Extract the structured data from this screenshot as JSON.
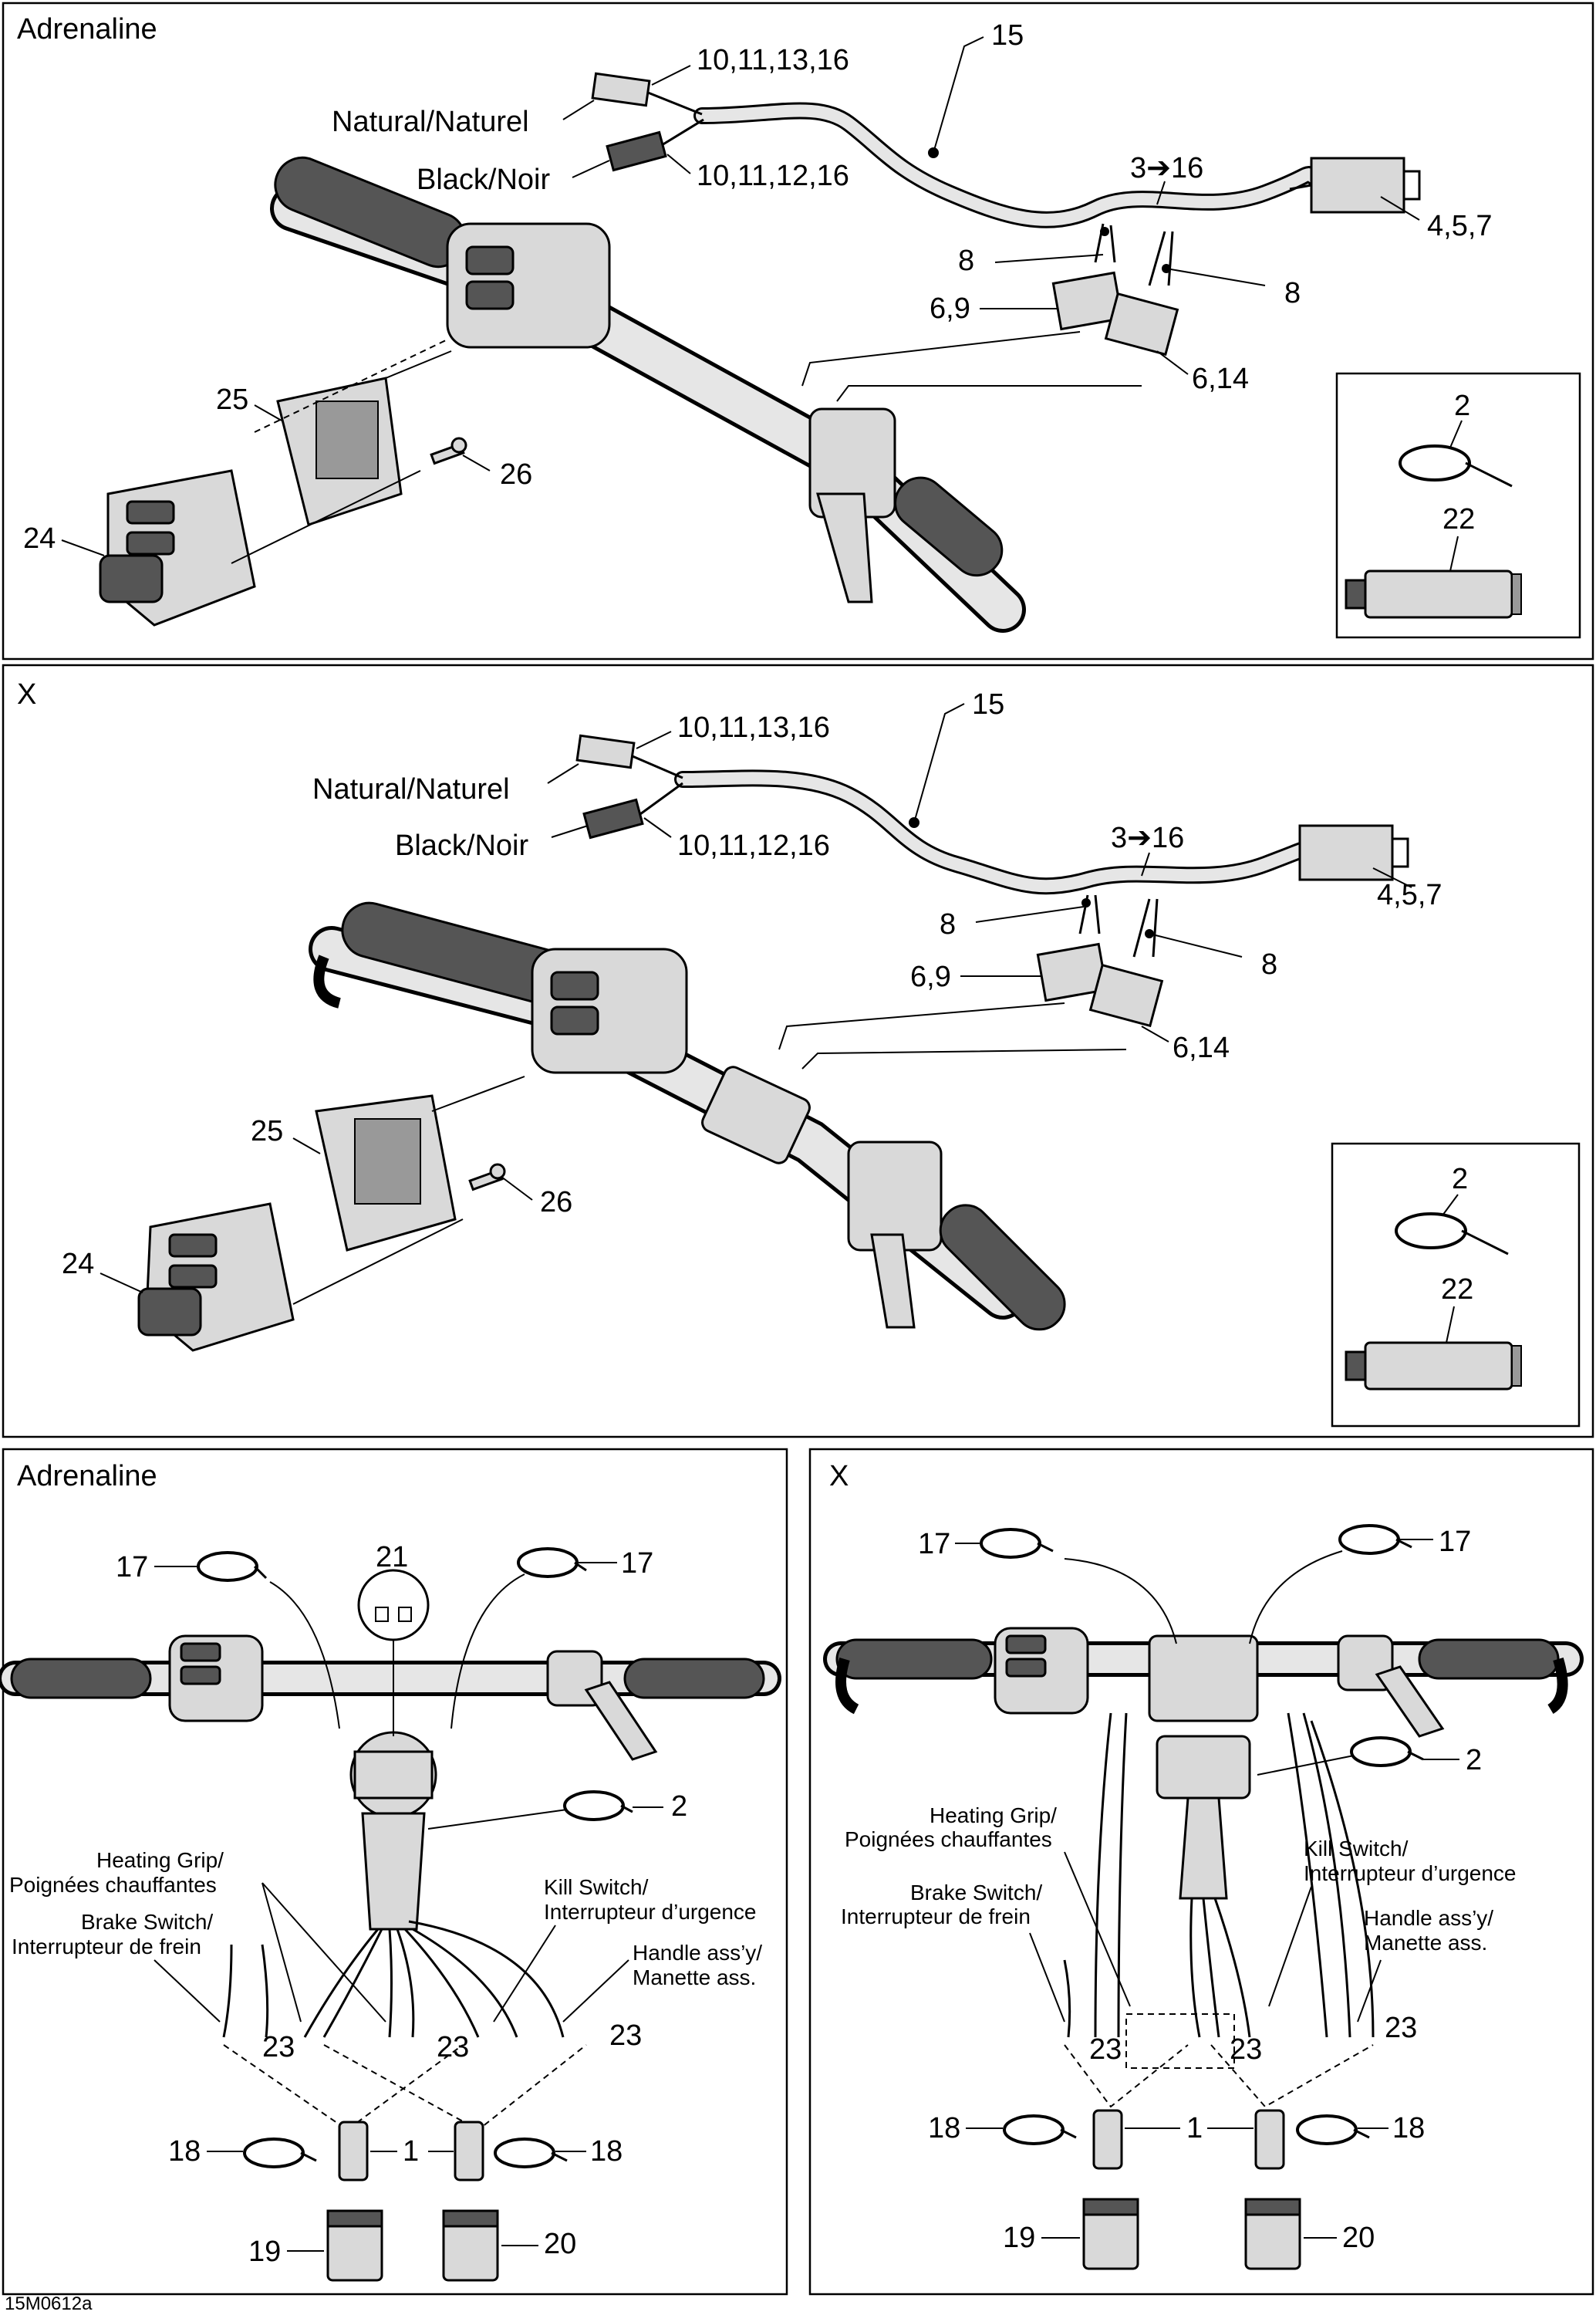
{
  "drawing_code": "15M0612a",
  "panels": {
    "top": {
      "title": "Adrenaline",
      "labels": {
        "p15": "15",
        "p10_13": "10,11,13,16",
        "natural": "Natural/Naturel",
        "black": "Black/Noir",
        "p10_12": "10,11,12,16",
        "p3_16": "3➔16",
        "p4_5_7": "4,5,7",
        "p8a": "8",
        "p8b": "8",
        "p6_9": "6,9",
        "p6_14": "6,14",
        "p25": "25",
        "p26": "26",
        "p24": "24",
        "p2": "2",
        "p22": "22"
      }
    },
    "middle": {
      "title": "X",
      "labels": {
        "p15": "15",
        "p10_13": "10,11,13,16",
        "natural": "Natural/Naturel",
        "black": "Black/Noir",
        "p10_12": "10,11,12,16",
        "p3_16": "3➔16",
        "p4_5_7": "4,5,7",
        "p8a": "8",
        "p8b": "8",
        "p6_9": "6,9",
        "p6_14": "6,14",
        "p25": "25",
        "p26": "26",
        "p24": "24",
        "p2": "2",
        "p22": "22"
      }
    },
    "bottom_left": {
      "title": "Adrenaline",
      "labels": {
        "p17a": "17",
        "p17b": "17",
        "p21": "21",
        "p2": "2",
        "heating_1": "Heating Grip/",
        "heating_2": "Poignées chauffantes",
        "brake_1": "Brake Switch/",
        "brake_2": "Interrupteur de frein",
        "kill_1": "Kill Switch/",
        "kill_2": "Interrupteur d’urgence",
        "handle_1": "Handle ass’y/",
        "handle_2": "Manette ass.",
        "p23a": "23",
        "p23b": "23",
        "p23c": "23",
        "p18a": "18",
        "p1": "1",
        "p18b": "18",
        "p19": "19",
        "p20": "20"
      }
    },
    "bottom_right": {
      "title": "X",
      "labels": {
        "p17a": "17",
        "p17b": "17",
        "p2": "2",
        "heating_1": "Heating Grip/",
        "heating_2": "Poignées chauffantes",
        "kill_1": "Kill Switch/",
        "kill_2": "Interrupteur d’urgence",
        "brake_1": "Brake Switch/",
        "brake_2": "Interrupteur de frein",
        "handle_1": "Handle ass’y/",
        "handle_2": "Manette ass.",
        "p23a": "23",
        "p23b": "23",
        "p23c": "23",
        "p18a": "18",
        "p1": "1",
        "p18b": "18",
        "p19": "19",
        "p20": "20"
      }
    }
  }
}
